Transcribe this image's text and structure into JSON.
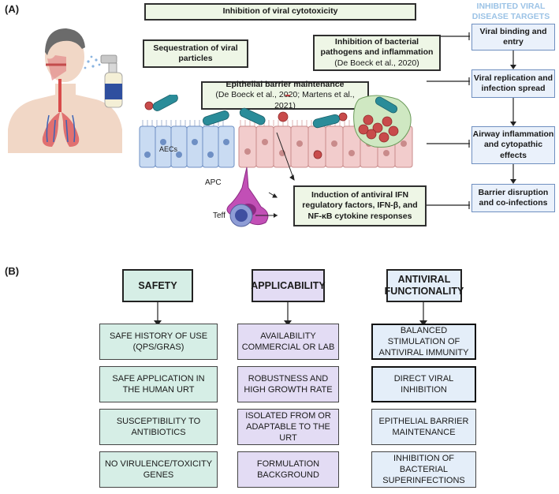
{
  "panel_a": {
    "label": "(A)",
    "top_box": "Inhibition of viral cytotoxicity",
    "sequestration": "Sequestration of viral particles",
    "bacterial_line1": "Inhibition of bacterial",
    "bacterial_line2": "pathogens and inflammation",
    "bacterial_cite": "(De Boeck et al., 2020)",
    "barrier_title": "Epithelial barrier maintenance",
    "barrier_cite": "(De Boeck et al., 2020; Martens et al., 2021)",
    "induction": "Induction of antiviral IFN regulatory factors, IFN-β, and NF-κB cytokine responses",
    "cell_labels": {
      "aecs": "AECs",
      "apc": "APC",
      "teff": "Teff"
    },
    "targets_header": "INHIBITED VIRAL DISEASE TARGETS",
    "targets": [
      "Viral binding and entry",
      "Viral replication and infection spread",
      "Airway inflammation and cytopathic effects",
      "Barrier disruption and co-infections"
    ]
  },
  "panel_b": {
    "label": "(B)",
    "columns": [
      {
        "header": "SAFETY",
        "items": [
          "SAFE HISTORY OF USE (QPS/GRAS)",
          "SAFE APPLICATION IN THE HUMAN URT",
          "SUSCEPTIBILITY TO ANTIBIOTICS",
          "NO VIRULENCE/TOXICITY GENES"
        ]
      },
      {
        "header": "APPLICABILITY",
        "items": [
          "AVAILABILITY COMMERCIAL OR LAB",
          "ROBUSTNESS AND HIGH GROWTH RATE",
          "ISOLATED FROM OR ADAPTABLE TO THE  URT",
          "FORMULATION BACKGROUND"
        ]
      },
      {
        "header": "ANTIVIRAL FUNCTIONALITY",
        "items": [
          "BALANCED STIMULATION OF ANTIVIRAL IMMUNITY",
          "DIRECT VIRAL INHIBITION",
          "EPITHELIAL BARRIER MAINTENANCE",
          "INHIBITION OF BACTERIAL SUPERINFECTIONS"
        ]
      }
    ]
  },
  "colors": {
    "teal": "#d6eee6",
    "purple": "#e3dcf4",
    "blue": "#e4eef9",
    "green_box": "#eef6e6",
    "target_header": "#9cc3e6"
  }
}
